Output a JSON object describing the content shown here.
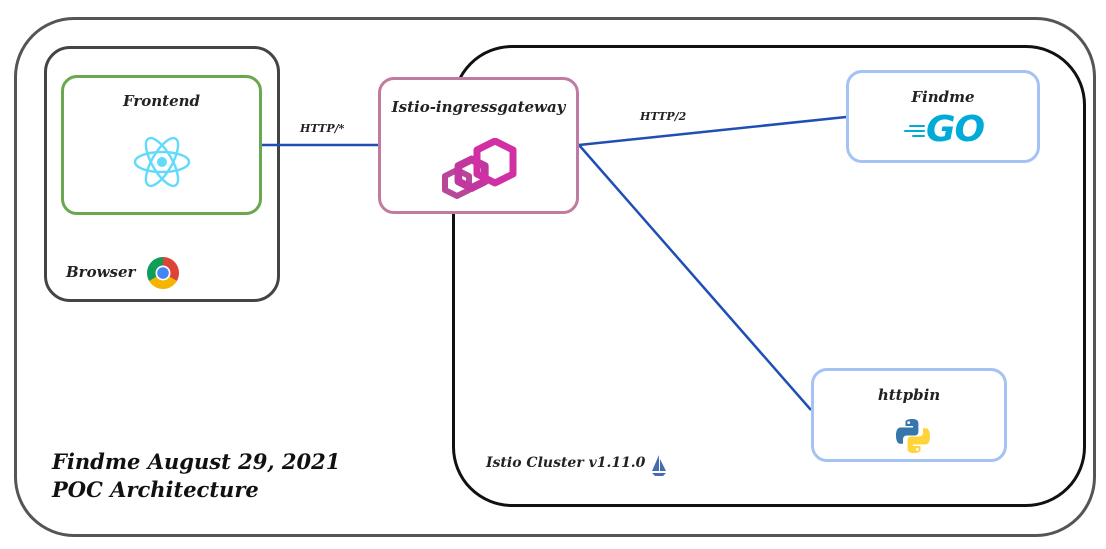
{
  "diagram": {
    "nodes": {
      "frontend": {
        "label": "Frontend",
        "icon": "react-icon"
      },
      "gateway": {
        "label": "Istio-ingressgateway",
        "icon": "envoy-icon"
      },
      "findme": {
        "label": "Findme",
        "icon": "go-logo-icon",
        "logo_text": "GO"
      },
      "httpbin": {
        "label": "httpbin",
        "icon": "python-icon"
      }
    },
    "groups": {
      "browser": {
        "label": "Browser",
        "icon": "chrome-icon"
      },
      "cluster": {
        "label": "Istio Cluster v1.11.0",
        "icon": "istio-sail-icon"
      }
    },
    "edges": [
      {
        "from": "frontend",
        "to": "gateway",
        "label": "HTTP/*"
      },
      {
        "from": "gateway",
        "to": "findme",
        "label": "HTTP/2"
      },
      {
        "from": "gateway",
        "to": "httpbin",
        "label": ""
      }
    ],
    "title_line1": "Findme August 29, 2021",
    "title_line2": "POC Architecture"
  },
  "colors": {
    "edge": "#1f4fb5",
    "frontend_border": "#6aa84f",
    "gateway_border": "#c27ba0",
    "service_border": "#a4c2f4"
  }
}
